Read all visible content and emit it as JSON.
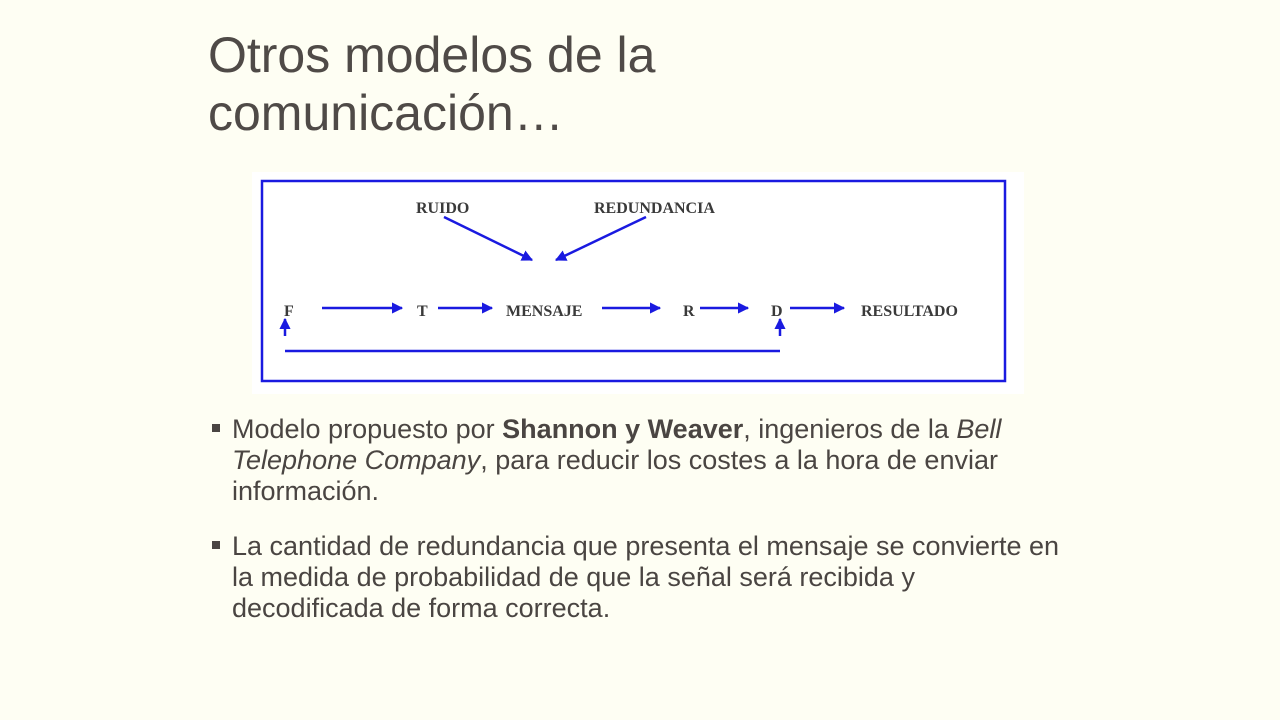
{
  "title": {
    "line1": "Otros modelos de la",
    "line2": "comunicación…"
  },
  "diagram": {
    "noise_label": "RUIDO",
    "redundancy_label": "REDUNDANCIA",
    "nodes": {
      "source": "F",
      "transmitter": "T",
      "message": "MENSAJE",
      "receiver": "R",
      "destination": "D",
      "result": "RESULTADO"
    },
    "colors": {
      "arrow": "#1a1ae0",
      "frame": "#1a1ae0"
    }
  },
  "bullets": {
    "item1": {
      "pre": "Modelo propuesto por ",
      "bold": "Shannon y Weaver",
      "mid": ", ingenieros de la ",
      "italic": "Bell Telephone Company",
      "post": ", para reducir los costes a la hora de enviar información."
    },
    "item2": {
      "text": "La cantidad de redundancia que presenta el mensaje se convierte en la medida de probabilidad de que la señal será recibida y decodificada de forma correcta."
    }
  }
}
